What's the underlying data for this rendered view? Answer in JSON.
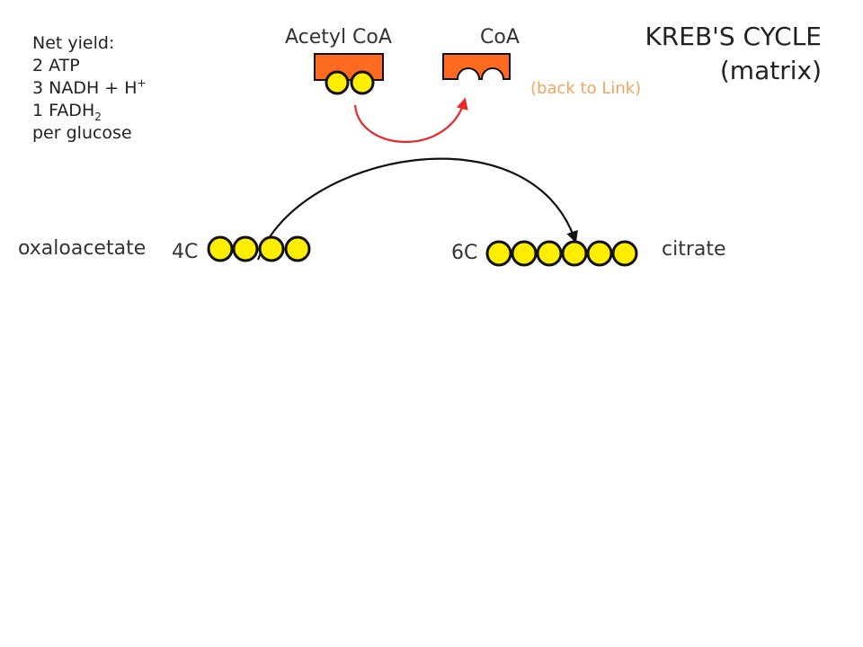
{
  "net_yield": {
    "heading": "Net yield:",
    "atp": "2 ATP",
    "nadh_text": "3 NADH + H",
    "nadh_sup": "+",
    "fadh_text": "1 FADH",
    "fadh_sub": "2",
    "per": "per glucose"
  },
  "title": {
    "line1": "KREB'S CYCLE",
    "line2": "(matrix)"
  },
  "labels": {
    "acetyl_coa": "Acetyl CoA",
    "coa": "CoA",
    "back_to_link": "(back to Link)",
    "oxaloacetate": "oxaloacetate",
    "four_c": "4C",
    "six_c": "6C",
    "citrate": "citrate"
  },
  "molecules": {
    "acetyl_carbons": 2,
    "oxaloacetate_carbons": 4,
    "citrate_carbons": 6
  },
  "colors": {
    "carbon_fill": "#ffee00",
    "carbon_stroke": "#111111",
    "coa_fill": "#ff6a21",
    "arrow_red": "#e8282a",
    "arrow_black": "#111111",
    "back_link_text": "#f4a460"
  }
}
